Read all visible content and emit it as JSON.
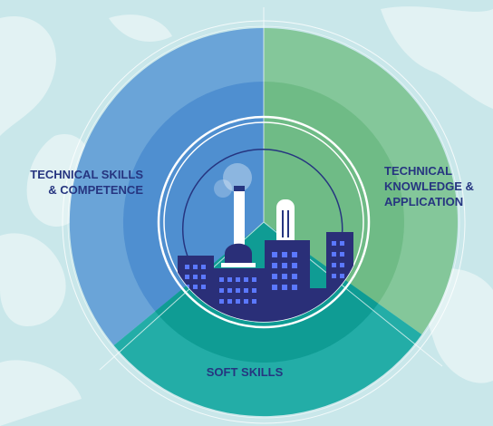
{
  "segments": {
    "technical_skills": {
      "lines": [
        "TECHNICAL SKILLS",
        "& COMPETENCE"
      ],
      "color_outer": "#6aa4d8",
      "color_inner": "#4f8fd0"
    },
    "technical_knowledge": {
      "lines": [
        "TECHNICAL",
        "KNOWLEDGE &",
        "APPLICATION"
      ],
      "color_outer": "#84c79a",
      "color_inner": "#6fbb86"
    },
    "soft_skills": {
      "lines": [
        "SOFT SKILLS"
      ],
      "color_outer": "#23ada7",
      "color_inner": "#0f9c94"
    }
  },
  "colors": {
    "background": "#c9e7ea",
    "map": "#e4f3f4",
    "label_text": "#263580",
    "buildings": "#2a2f78",
    "windows": "#4f6bff",
    "factory_tower": "#ffffff"
  },
  "icons": [
    "city-skyline-icon",
    "factory-chimney-icon"
  ]
}
